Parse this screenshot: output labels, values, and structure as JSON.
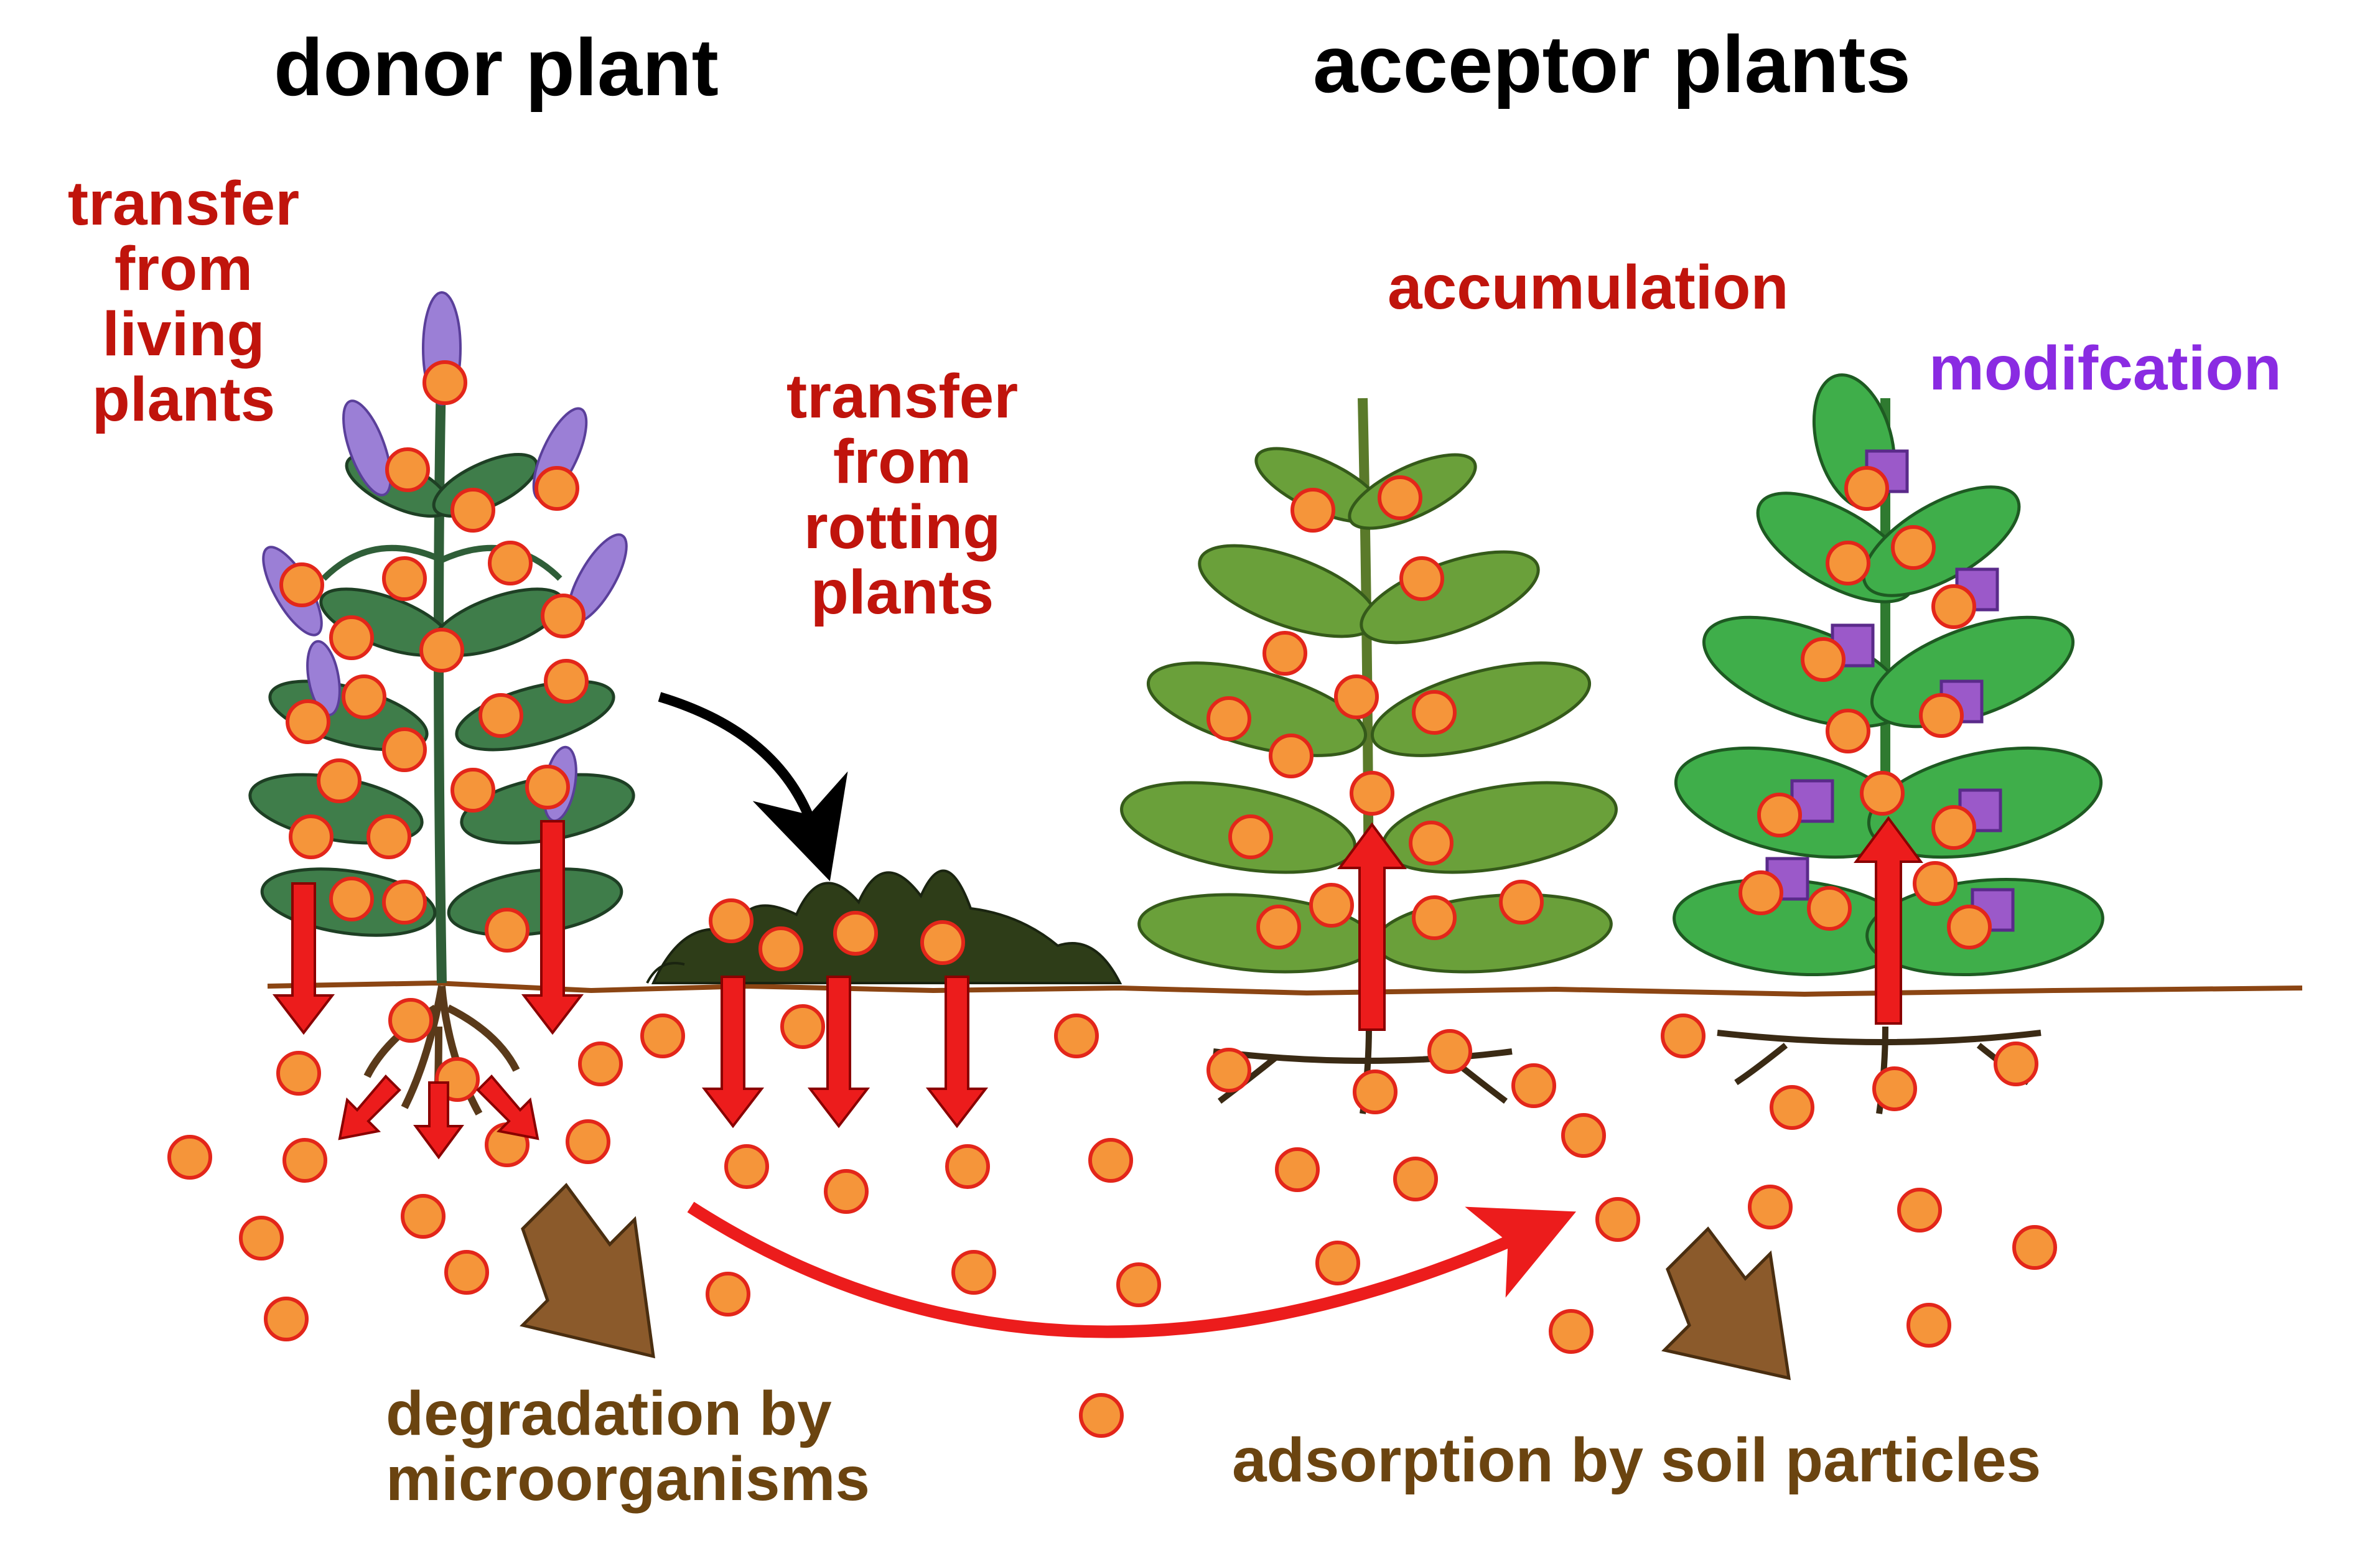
{
  "labels": {
    "donor_title": "donor plant",
    "acceptor_title": "acceptor plants",
    "transfer_living": "transfer\nfrom\nliving\nplants",
    "transfer_rotting": "transfer\nfrom\nrotting\nplants",
    "accumulation": "accumulation",
    "modification": "modifcation",
    "degradation": "degradation by\nmicroorganisms",
    "adsorption": "adsorption by soil particles"
  },
  "colors": {
    "molecule_fill": "#f5953a",
    "molecule_stroke": "#e3261a",
    "arrow_red": "#ec1c1c",
    "arrow_brown": "#8b5a2b",
    "soil_line": "#8b4513",
    "leaf_donor": "#3f7d4a",
    "flower": "#9b7fd6",
    "leaf_acceptor1": "#6aa03a",
    "leaf_acceptor2": "#3fae4a",
    "rotting": "#2e3d18",
    "modified_square": "#9b59c9",
    "text_red": "#c0140c",
    "text_purple": "#8a2be2",
    "text_brown": "#6b4410"
  }
}
